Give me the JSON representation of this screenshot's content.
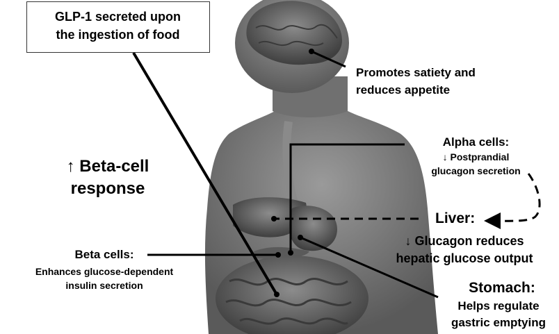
{
  "colors": {
    "body": "#6e6e6e",
    "line": "#000000",
    "box_border": "#333333"
  },
  "source_box": {
    "line1": "GLP-1 secreted upon",
    "line2": "the ingestion of food"
  },
  "brain": {
    "line1": "Promotes satiety and",
    "line2": "reduces appetite"
  },
  "beta_response": {
    "line1": "↑ Beta-cell",
    "line2": "response"
  },
  "alpha": {
    "title": "Alpha cells:",
    "line1": "↓ Postprandial",
    "line2": "glucagon secretion"
  },
  "liver": {
    "title": "Liver:",
    "line1": "↓ Glucagon reduces",
    "line2": "hepatic glucose output"
  },
  "beta_cells": {
    "title": "Beta cells:",
    "line1": "Enhances glucose-dependent",
    "line2": "insulin secretion"
  },
  "stomach": {
    "title": "Stomach:",
    "line1": "Helps regulate",
    "line2": "gastric emptying"
  }
}
